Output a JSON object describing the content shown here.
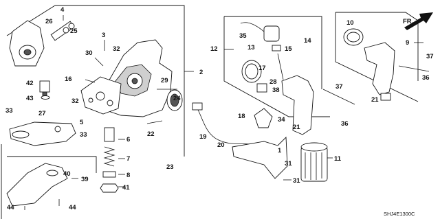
{
  "diagram": {
    "callouts": [
      {
        "id": "c4",
        "text": "4"
      },
      {
        "id": "c26",
        "text": "26"
      },
      {
        "id": "c25",
        "text": "25"
      },
      {
        "id": "c3",
        "text": "3"
      },
      {
        "id": "c32a",
        "text": "32"
      },
      {
        "id": "c30",
        "text": "30"
      },
      {
        "id": "c2",
        "text": "2"
      },
      {
        "id": "c16",
        "text": "16"
      },
      {
        "id": "c42",
        "text": "42"
      },
      {
        "id": "c43",
        "text": "43"
      },
      {
        "id": "c32b",
        "text": "32"
      },
      {
        "id": "c29",
        "text": "29"
      },
      {
        "id": "c24",
        "text": "24"
      },
      {
        "id": "c33a",
        "text": "33"
      },
      {
        "id": "c27",
        "text": "27"
      },
      {
        "id": "c5",
        "text": "5"
      },
      {
        "id": "c33b",
        "text": "33"
      },
      {
        "id": "c6",
        "text": "6"
      },
      {
        "id": "c22",
        "text": "22"
      },
      {
        "id": "c7",
        "text": "7"
      },
      {
        "id": "c23",
        "text": "23"
      },
      {
        "id": "c8",
        "text": "8"
      },
      {
        "id": "c41",
        "text": "41"
      },
      {
        "id": "c40",
        "text": "40"
      },
      {
        "id": "c39",
        "text": "39"
      },
      {
        "id": "c44a",
        "text": "44"
      },
      {
        "id": "c44b",
        "text": "44"
      },
      {
        "id": "c12",
        "text": "12"
      },
      {
        "id": "c35",
        "text": "35"
      },
      {
        "id": "c13",
        "text": "13"
      },
      {
        "id": "c15",
        "text": "15"
      },
      {
        "id": "c14",
        "text": "14"
      },
      {
        "id": "c17",
        "text": "17"
      },
      {
        "id": "c28",
        "text": "28"
      },
      {
        "id": "c38",
        "text": "38"
      },
      {
        "id": "c10",
        "text": "10"
      },
      {
        "id": "c9",
        "text": "9"
      },
      {
        "id": "c37a",
        "text": "37"
      },
      {
        "id": "c37b",
        "text": "37"
      },
      {
        "id": "c21a",
        "text": "21"
      },
      {
        "id": "c21b",
        "text": "21"
      },
      {
        "id": "c36a",
        "text": "36"
      },
      {
        "id": "c36b",
        "text": "36"
      },
      {
        "id": "c18",
        "text": "18"
      },
      {
        "id": "c34",
        "text": "34"
      },
      {
        "id": "c19",
        "text": "19"
      },
      {
        "id": "c20",
        "text": "20"
      },
      {
        "id": "c1",
        "text": "1"
      },
      {
        "id": "c11",
        "text": "11"
      },
      {
        "id": "c31a",
        "text": "31"
      },
      {
        "id": "c31b",
        "text": "31"
      }
    ],
    "direction_marker": "FR.",
    "diagram_code": "SHJ4E1300C"
  }
}
